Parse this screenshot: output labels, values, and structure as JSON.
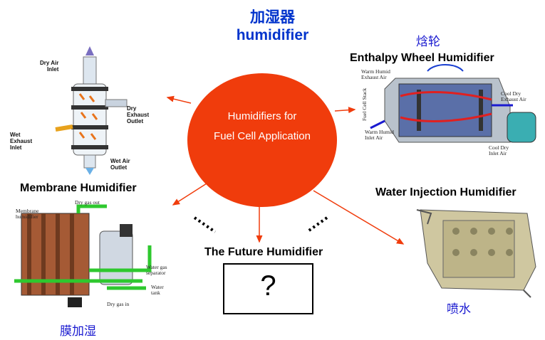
{
  "title": {
    "chinese": "加湿器",
    "english": "humidifier"
  },
  "hub": {
    "line1": "Humidifiers for",
    "line2": "Fuel Cell Application"
  },
  "enthalpy": {
    "cn": "焓轮",
    "title": "Enthalpy Wheel Humidifier",
    "labels": {
      "warm_exhaust": [
        "Warm Humid",
        "Exhaust Air"
      ],
      "fuel_cell_stack": "Fuel Cell Stack",
      "warm_inlet": [
        "Warm Humid",
        "Inlet Air"
      ],
      "cool_exhaust": [
        "Cool Dry",
        "Exhaust Air"
      ],
      "cool_inlet": [
        "Cool Dry",
        "Inlet Air"
      ]
    }
  },
  "topleft": {
    "labels": {
      "dry_air_inlet": [
        "Dry Air",
        "Inlet"
      ],
      "dry_exhaust_outlet": [
        "Dry",
        "Exhaust",
        "Outlet"
      ],
      "wet_exhaust_inlet": [
        "Wet",
        "Exhaust",
        "Inlet"
      ],
      "wet_air_outlet": [
        "Wet Air",
        "Outlet"
      ]
    }
  },
  "membrane": {
    "title": "Membrane Humidifier",
    "cn": "膜加湿",
    "labels": {
      "membrane_humidifier": [
        "Membrane",
        "humidifier"
      ],
      "dry_gas_out": "Dry gas out",
      "water_gas_separator": [
        "Water gas",
        "separator"
      ],
      "water_tank": [
        "Water",
        "tank"
      ],
      "dry_gas_in": "Dry gas in"
    }
  },
  "water_injection": {
    "title": "Water Injection Humidifier",
    "cn": "喷水"
  },
  "future": {
    "title": "The Future Humidifier",
    "mark": "?"
  },
  "colors": {
    "accent": "#f03c0c",
    "title_blue": "#0033cc",
    "cn_blue": "#1a1ad0"
  }
}
